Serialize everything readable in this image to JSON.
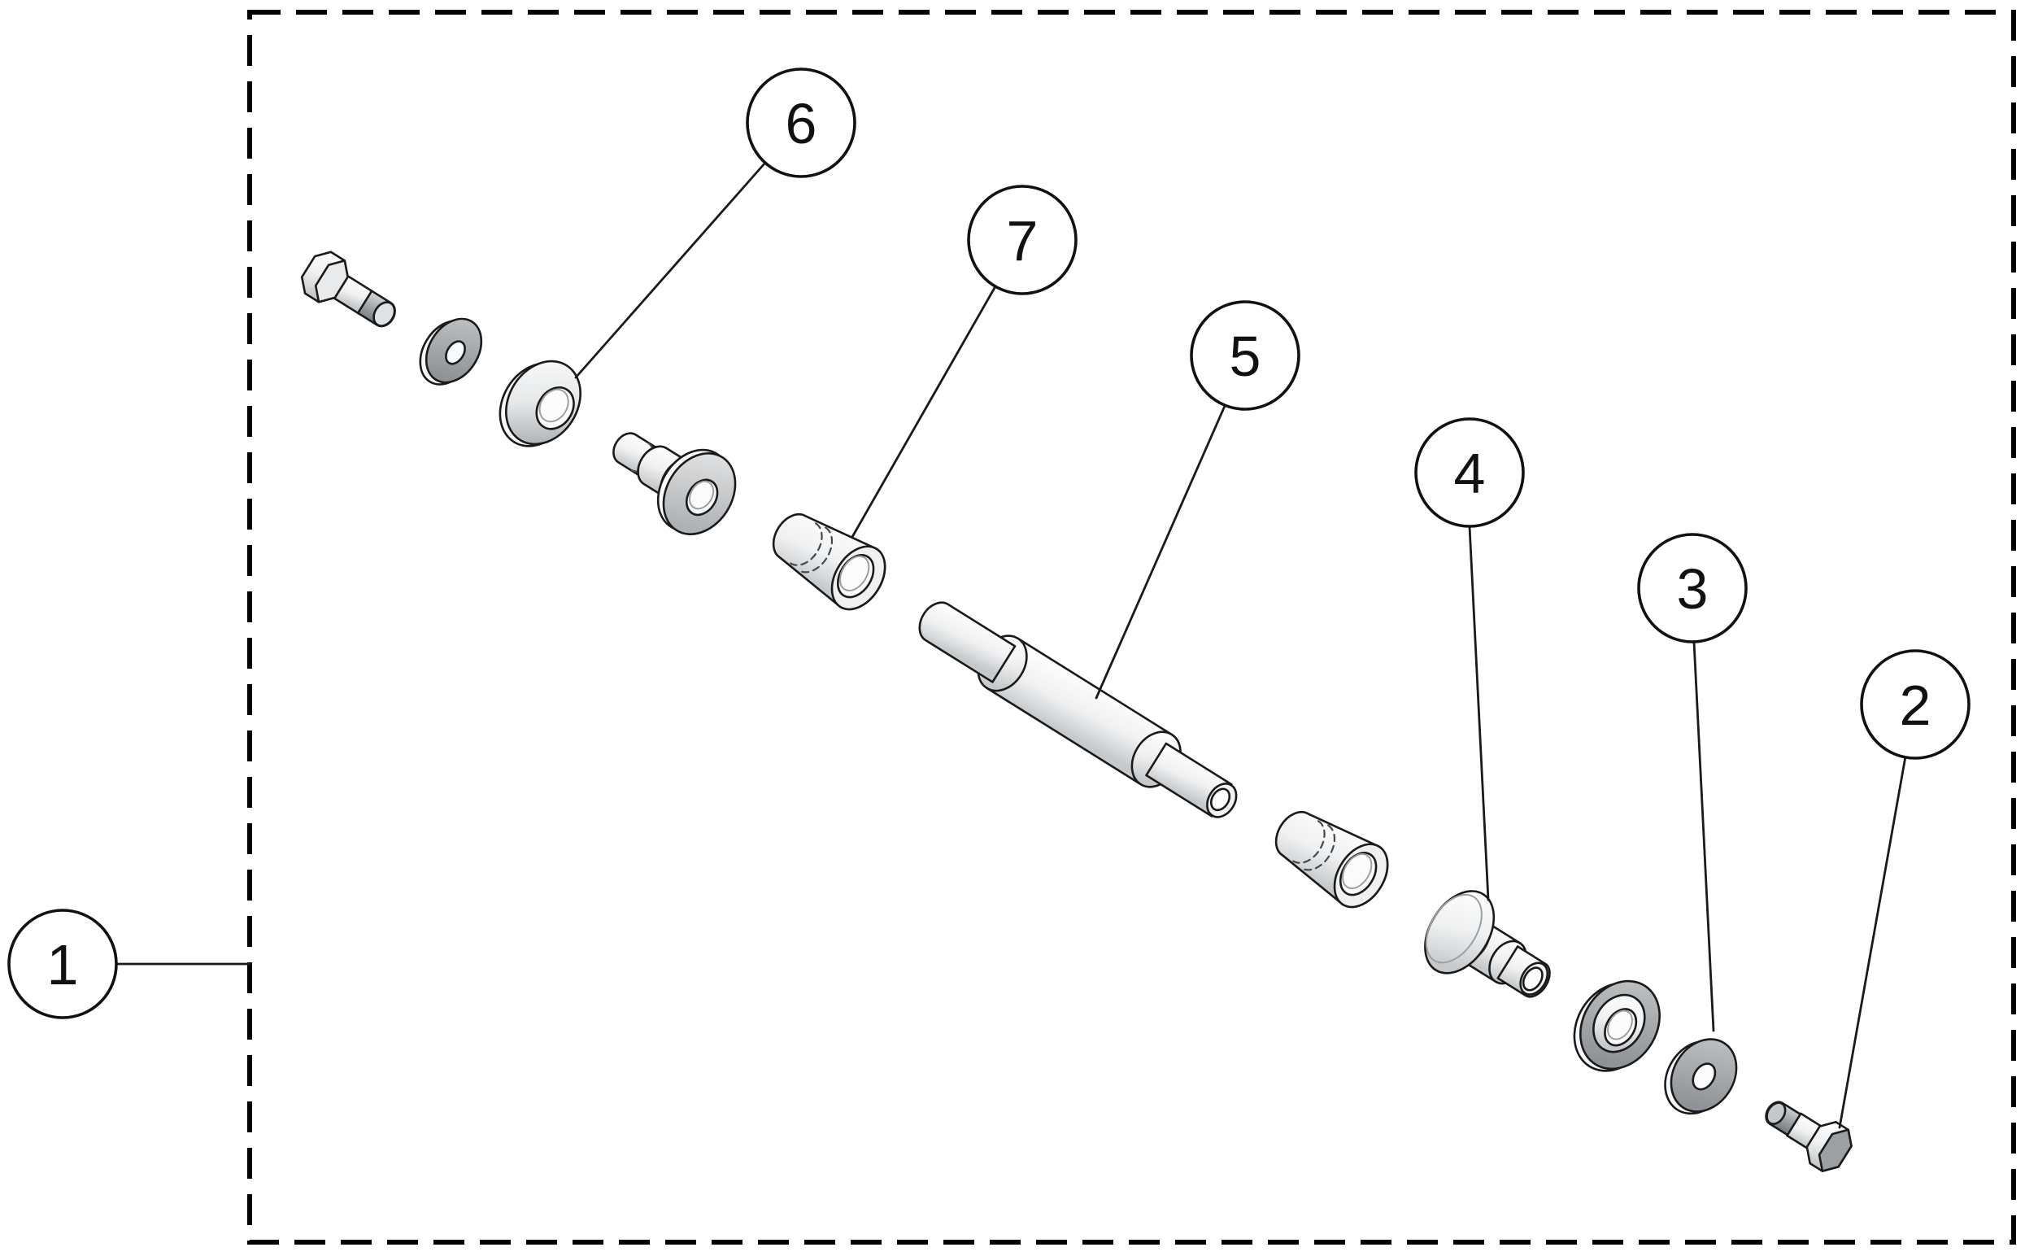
{
  "figure": {
    "type": "exploded-parts-diagram",
    "background_color": "#ffffff",
    "line_color": "#000000",
    "boundary_style": "dashed",
    "callouts": [
      {
        "label": "1"
      },
      {
        "label": "2"
      },
      {
        "label": "3"
      },
      {
        "label": "4"
      },
      {
        "label": "5"
      },
      {
        "label": "6"
      },
      {
        "label": "7"
      }
    ]
  }
}
